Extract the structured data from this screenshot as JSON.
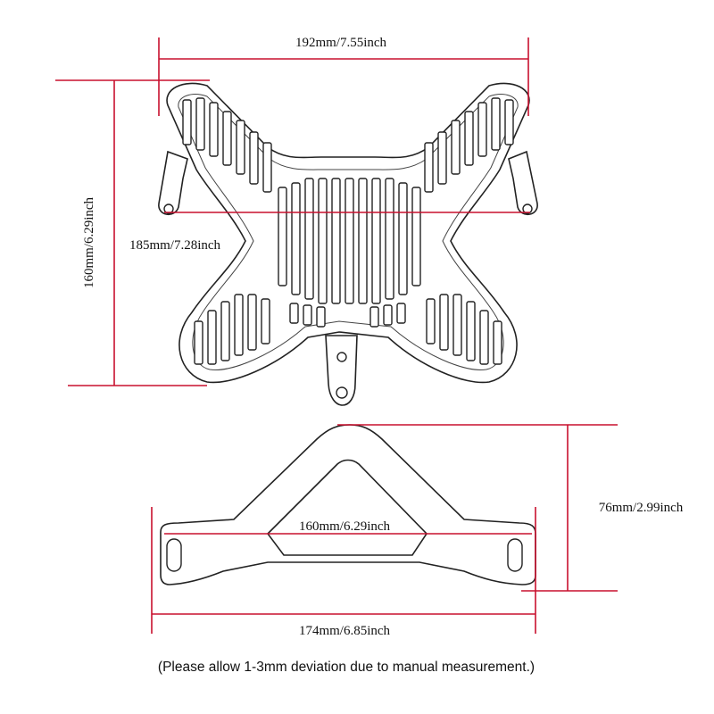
{
  "dimensions": {
    "top_width": "192mm/7.55inch",
    "top_height": "160mm/6.29inch",
    "top_mount_width": "185mm/7.28inch",
    "bracket_inner_width": "160mm/6.29inch",
    "bracket_height": "76mm/2.99inch",
    "bracket_width": "174mm/6.85inch"
  },
  "note": "(Please allow 1-3mm deviation due to manual measurement.)",
  "colors": {
    "dimension_line": "#c8102e",
    "outline": "#222222"
  }
}
